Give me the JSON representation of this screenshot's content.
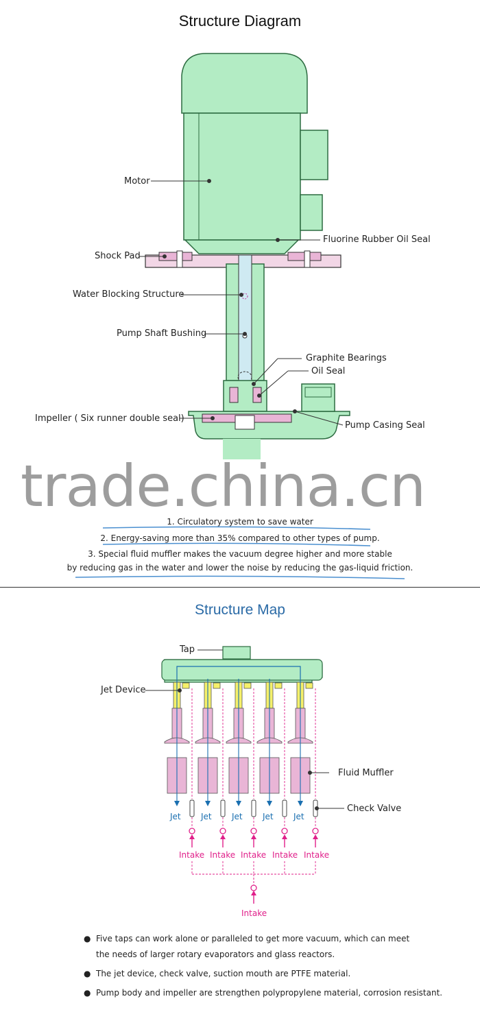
{
  "diagram1": {
    "title": "Structure Diagram",
    "labels": {
      "motor": "Motor",
      "fluorine": "Fluorine Rubber Oil Seal",
      "shock_pad": "Shock Pad",
      "water_blocking": "Water Blocking Structure",
      "pump_shaft": "Pump Shaft Bushing",
      "graphite": "Graphite Bearings",
      "oil_seal": "Oil Seal",
      "impeller": "Impeller ( Six runner double seal)",
      "casing_seal": "Pump Casing Seal"
    },
    "watermark": "trade.china.cn",
    "features": [
      "1. Circulatory system to save water",
      "2. Energy-saving more than 35% compared to other types of pump.",
      "3. Special fluid muffler makes the vacuum degree higher and more stable",
      "by reducing gas in the water and lower the noise by reducing the gas-liquid friction."
    ],
    "colors": {
      "motor_green": "#b3ecc4",
      "pad_pink": "#e9b5d6",
      "shaft_blue": "#cfeaf2"
    }
  },
  "diagram2": {
    "title": "Structure Map",
    "labels": {
      "tap": "Tap",
      "jet_device": "Jet Device",
      "fluid_muffler": "Fluid Muffler",
      "check_valve": "Check Valve",
      "jet": "Jet",
      "intake": "Intake"
    },
    "bullets": [
      "Five taps can work alone or paralleled to get more vacuum, which can meet",
      "the needs of larger rotary evaporators and glass reactors.",
      "The jet device, check valve, suction mouth are PTFE material.",
      "Pump body and impeller are strengthen polypropylene material, corrosion resistant."
    ],
    "colors": {
      "jet_yellow": "#f5f06a",
      "muffler_pink": "#e9b5d6",
      "pipe_blue": "#1a6fb0",
      "intake_magenta": "#e0208a"
    }
  }
}
